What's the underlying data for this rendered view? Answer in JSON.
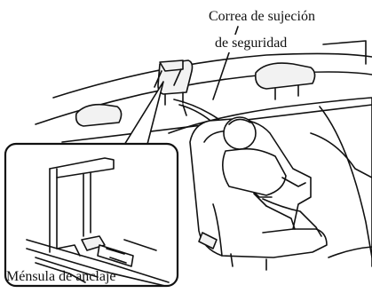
{
  "labels": {
    "tether_strap_line1": "Correa de sujeción",
    "tether_strap_line2": "de seguridad",
    "anchor_bracket": "Ménsula de anclaje"
  },
  "colors": {
    "line": "#111111",
    "background": "#ffffff",
    "fill_light": "#f2f2f2"
  }
}
